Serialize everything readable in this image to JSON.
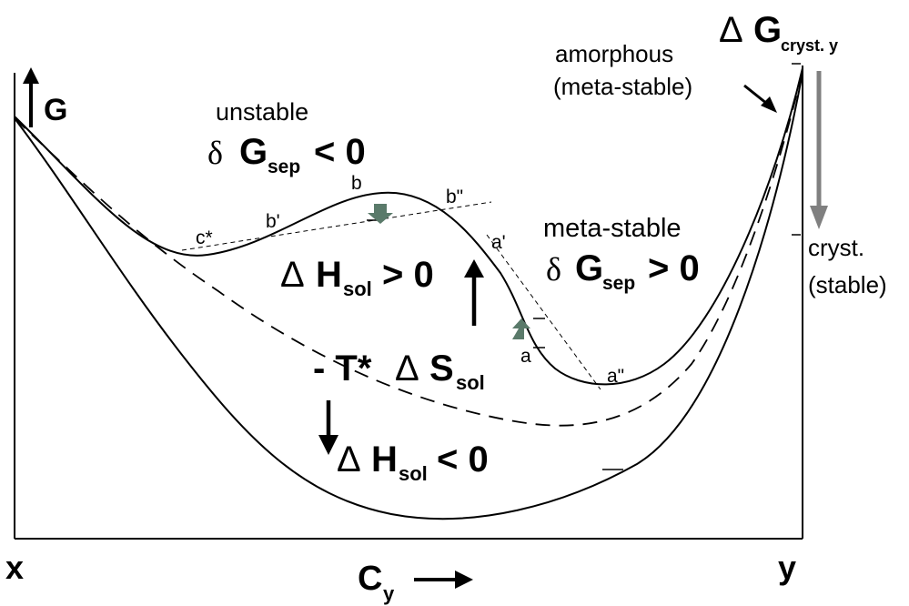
{
  "axes": {
    "left_label": "x",
    "right_label": "y",
    "energy_label": "G",
    "composition_label": "C",
    "composition_subscript": "y"
  },
  "regions": {
    "unstable": {
      "label": "unstable",
      "delta": "δ",
      "symbol": "G",
      "subscript": "sep",
      "relation": "< 0"
    },
    "metastable": {
      "label": "meta-stable",
      "delta": "δ",
      "symbol": "G",
      "subscript": "sep",
      "relation": "> 0"
    }
  },
  "terms": {
    "enthalpy_positive": {
      "delta": "Δ",
      "symbol": "H",
      "subscript": "sol",
      "relation": "> 0"
    },
    "enthalpy_negative": {
      "delta": "Δ",
      "symbol": "H",
      "subscript": "sol",
      "relation": "< 0"
    },
    "entropy": {
      "prefix": "- T*",
      "delta": "Δ",
      "symbol": "S",
      "subscript": "sol"
    }
  },
  "crystallization": {
    "delta": "Δ",
    "symbol": "G",
    "subscript": "cryst. y",
    "amorphous_line1": "amorphous",
    "amorphous_line2": "(meta-stable)",
    "cryst_line1": "cryst.",
    "cryst_line2": "(stable)"
  },
  "points": {
    "c_star": "c*",
    "b_prime": "b'",
    "b": "b",
    "b_double_prime": "b\"",
    "a_prime": "a'",
    "a": "a",
    "a_double_prime": "a\""
  },
  "colors": {
    "ink": "#000000",
    "arrow_gray": "#808080",
    "marker_green": "#5a7a6a"
  }
}
